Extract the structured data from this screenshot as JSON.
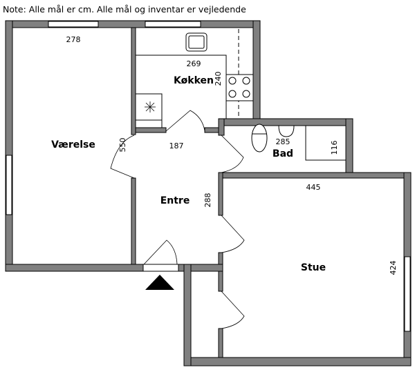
{
  "note": "Note: Alle mål er cm. Alle mål og inventar er vejledende",
  "rooms": {
    "vaerelse": {
      "label": "Værelse",
      "width": "278",
      "length": "550"
    },
    "kokken": {
      "label": "Køkken",
      "width": "269",
      "length": "240"
    },
    "bad": {
      "label": "Bad",
      "width": "285",
      "length": "116"
    },
    "entre": {
      "label": "Entre",
      "width": "187",
      "length": "288"
    },
    "stue": {
      "label": "Stue",
      "width": "445",
      "length": "424"
    }
  },
  "colors": {
    "wall": "#808080",
    "stroke": "#000000"
  }
}
